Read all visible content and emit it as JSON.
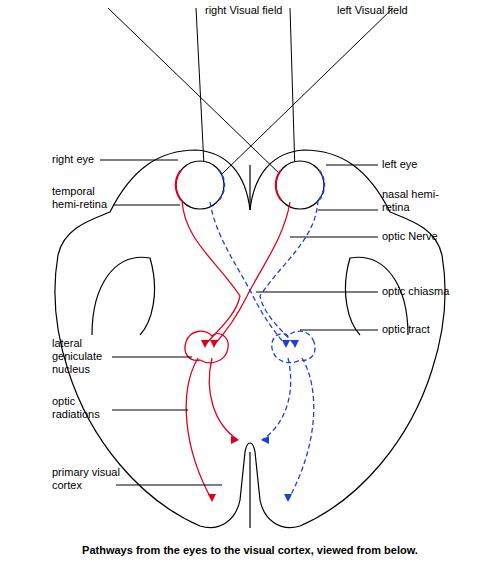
{
  "diagram": {
    "caption": "Pathways from the eyes to the visual cortex, viewed from below.",
    "labels": [
      "right Visual field",
      "left Visual field",
      "right eye",
      "temporal hemi-retina",
      "left eye",
      "nasal hemi-retina",
      "optic Nerve",
      "optic chiasma",
      "optic tract",
      "lateral geniculate nucleus",
      "optic radiations",
      "primary visual cortex"
    ]
  }
}
